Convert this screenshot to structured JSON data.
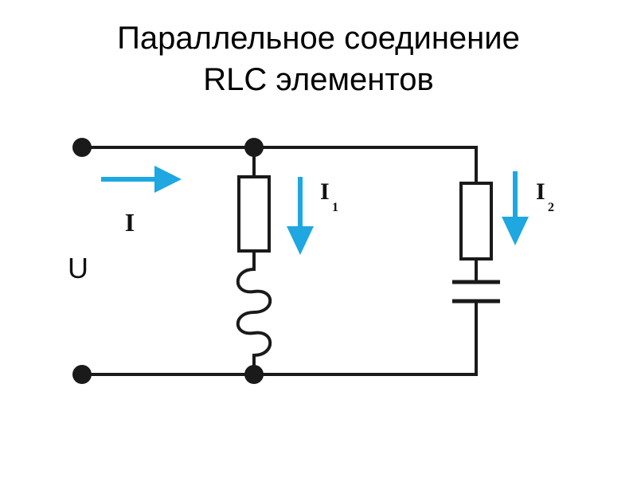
{
  "slide": {
    "title_line1": "Параллельное соединение",
    "title_line2": "RLC элементов"
  },
  "circuit": {
    "voltage_label": "U",
    "current_total": "I",
    "branch1_current": "I",
    "branch1_sub": "1",
    "branch2_current": "I",
    "branch2_sub": "2",
    "wire_color": "#1a1a1a",
    "arrow_color": "#1ea7e0"
  }
}
